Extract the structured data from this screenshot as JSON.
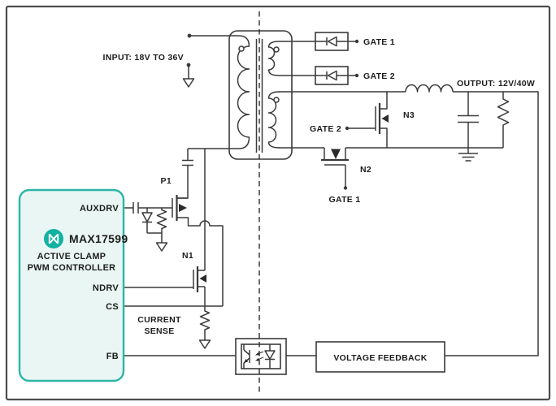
{
  "diagram": {
    "type": "circuit-schematic",
    "controller": {
      "part": "MAX17599",
      "description_line1": "ACTIVE CLAMP",
      "description_line2": "PWM CONTROLLER",
      "pins": {
        "auxdrv": "AUXDRV",
        "ndrv": "NDRV",
        "cs": "CS",
        "fb": "FB"
      }
    },
    "labels": {
      "input": "INPUT: 18V TO 36V",
      "output": "OUTPUT: 12V/40W",
      "gate1_top": "GATE 1",
      "gate2_top": "GATE 2",
      "gate2_n3": "GATE 2",
      "gate1_n2": "GATE 1",
      "p1": "P1",
      "n1": "N1",
      "n2": "N2",
      "n3": "N3",
      "current_sense_line1": "CURRENT",
      "current_sense_line2": "SENSE",
      "voltage_feedback": "VOLTAGE FEEDBACK"
    },
    "colors": {
      "accent_teal": "#12b1a2",
      "block_fill": "#e9f6f4",
      "block_border": "#2cb6a7",
      "wire": "#3a3a3a",
      "frame": "#4d4d4d"
    }
  }
}
